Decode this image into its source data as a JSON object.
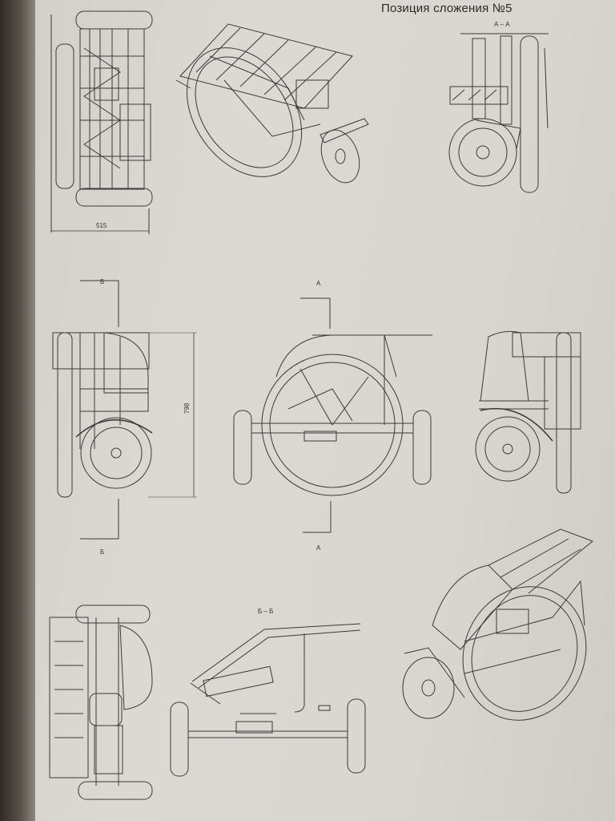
{
  "page": {
    "title": "Позиция сложения №5"
  },
  "labels": {
    "section_a_a": "А – А",
    "section_b_b": "Б – Б",
    "cut_b_top": "Б",
    "cut_b_bottom": "Б",
    "cut_a_top": "А",
    "cut_a_bottom": "А",
    "dim_width": "515",
    "dim_height": "798"
  },
  "drawings": [
    "view-top-left",
    "iso-view-top",
    "section-a-a-view",
    "side-view-left",
    "front-view-center",
    "side-view-right",
    "bottom-view-left",
    "section-b-b-view",
    "iso-view-bottom"
  ]
}
